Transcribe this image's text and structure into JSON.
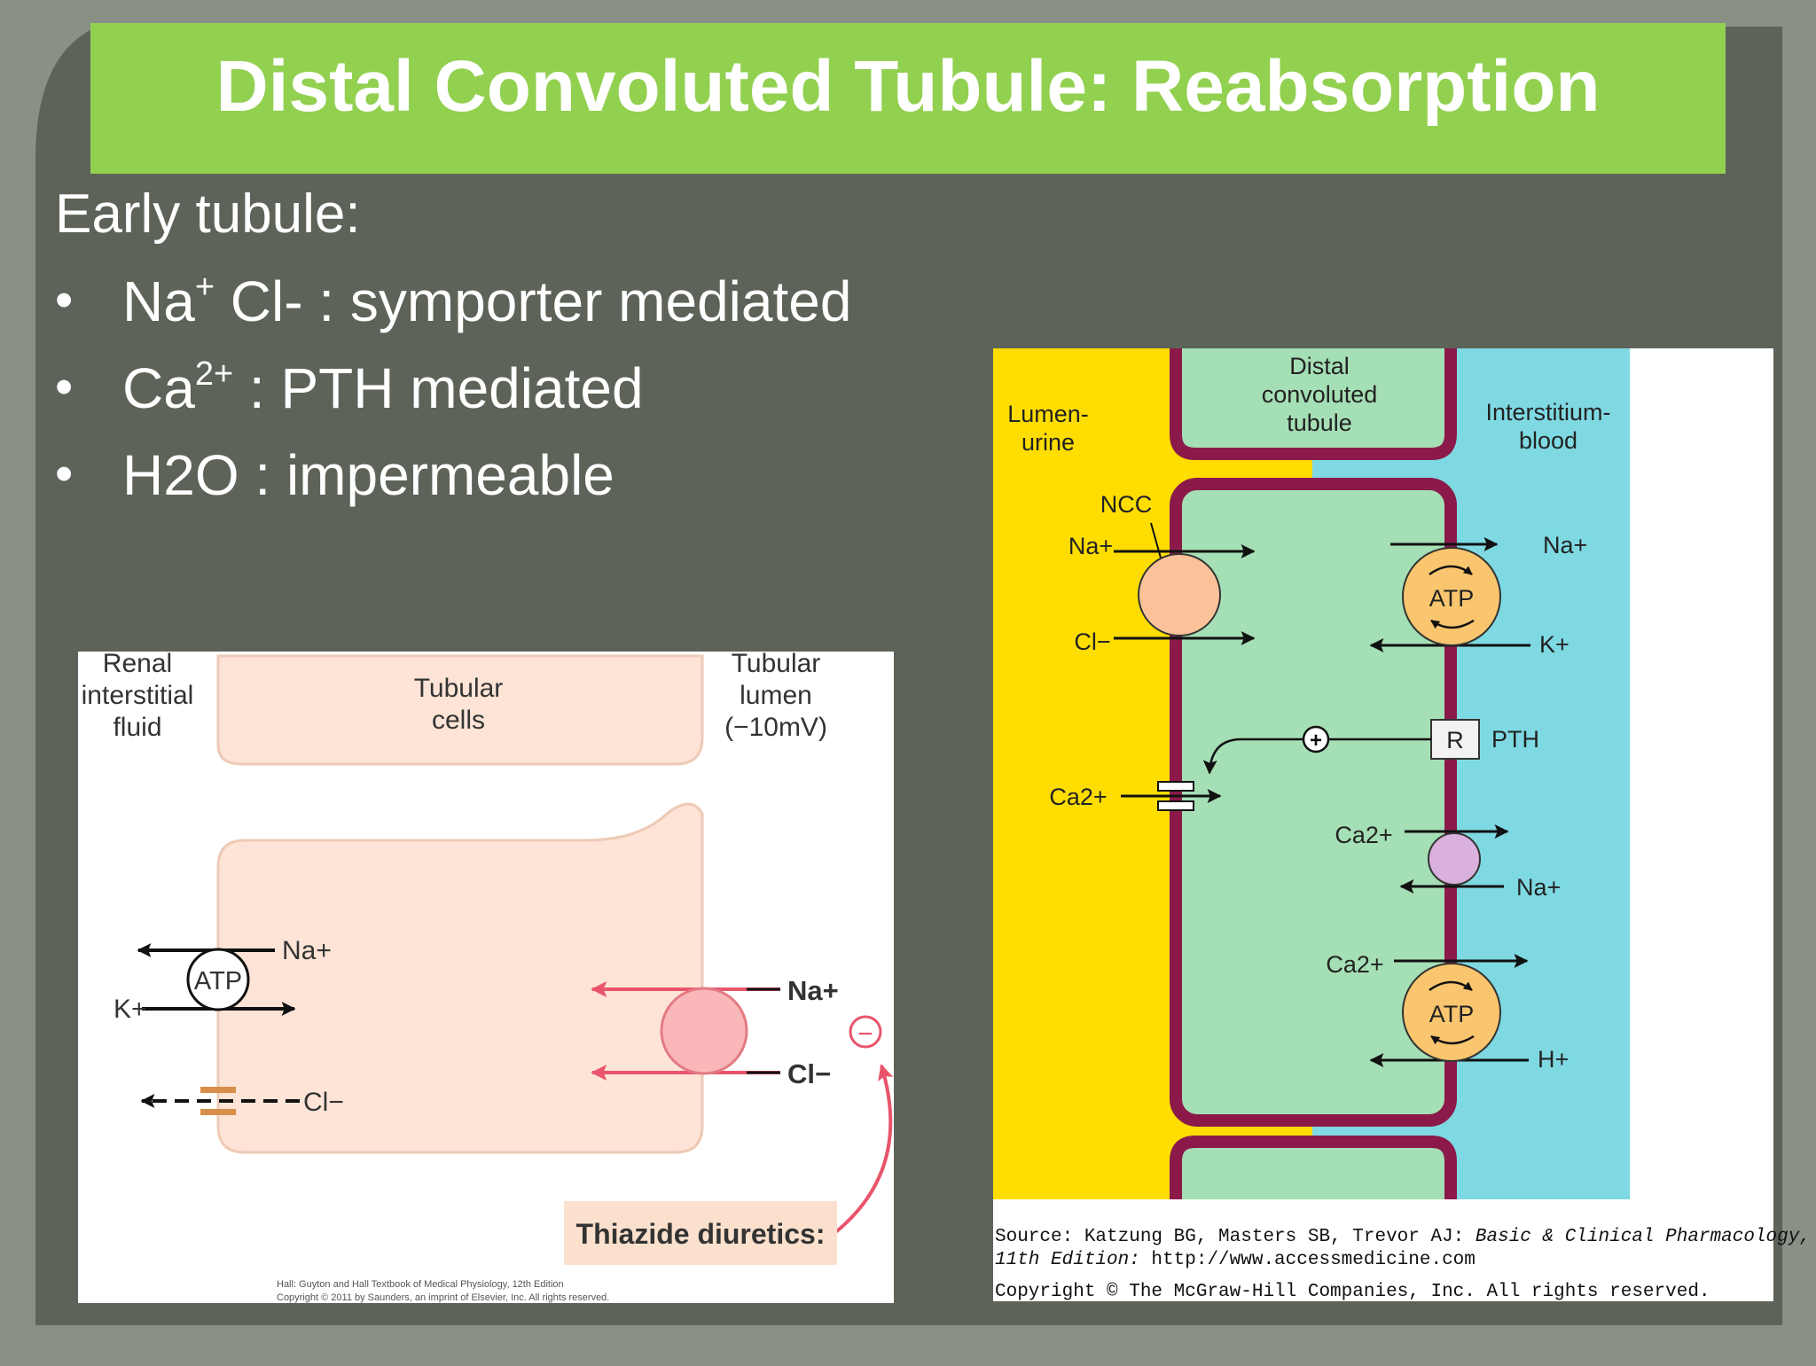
{
  "slide": {
    "title": "Distal Convoluted Tubule: Reabsorption",
    "heading": "Early tubule:",
    "bullets": [
      {
        "marker": "•",
        "ion": "Na",
        "sup": "+",
        "text": " Cl- : symporter mediated"
      },
      {
        "marker": "•",
        "ion": "Ca",
        "sup": "2+",
        "text": " : PTH mediated"
      },
      {
        "marker": "•",
        "ion": "H2O",
        "sup": "",
        "text": " : impermeable"
      }
    ]
  },
  "left_figure": {
    "labels": {
      "renal": [
        "Renal",
        "interstitial",
        "fluid"
      ],
      "tubular_cells": [
        "Tubular",
        "cells"
      ],
      "tubular_lumen": [
        "Tubular",
        "lumen",
        "(−10mV)"
      ],
      "na_out": "Na+",
      "k_in": "K+",
      "atp": "ATP",
      "cl_out": "Cl−",
      "na_in": "Na+",
      "cl_in": "Cl−",
      "minus": "−",
      "thiazide": "Thiazide diuretics:"
    },
    "credit": [
      "Hall: Guyton and Hall Textbook of Medical Physiology, 12th Edition",
      "Copyright © 2011 by Saunders, an imprint of Elsevier, Inc. All rights reserved."
    ]
  },
  "right_figure": {
    "labels": {
      "lumen": [
        "Lumen-",
        "urine"
      ],
      "dct": [
        "Distal",
        "convoluted",
        "tubule"
      ],
      "interstitium": [
        "Interstitium-",
        "blood"
      ],
      "ncc": "NCC",
      "na1": "Na+",
      "cl1": "Cl−",
      "atp1": "ATP",
      "na2": "Na+",
      "k1": "K+",
      "plus": "+",
      "r": "R",
      "pth": "PTH",
      "ca_channel": "Ca2+",
      "ca_exchanger": "Ca2+",
      "na_exchanger": "Na+",
      "ca_pump": "Ca2+",
      "atp2": "ATP",
      "h": "H+"
    },
    "source_line1_prefix": "Source: Katzung BG, Masters SB, Trevor AJ: ",
    "source_line1_italic": "Basic & Clinical Pharmacology,",
    "source_line2_italic": "11th Edition:",
    "source_line2_url": " http://www.accessmedicine.com",
    "copyright": "Copyright © The McGraw-Hill Companies, Inc. All rights reserved."
  },
  "colors": {
    "background": "#5d6358",
    "title_bar": "#92d050",
    "lumen_yellow": "#ffdd00",
    "cell_green": "#a5dfb5",
    "interstitium_cyan": "#7fd9e2",
    "membrane": "#8b1a4a",
    "pump_orange": "#f9c56e",
    "symporter_peach": "#fbc29a",
    "exchanger_lilac": "#dab0dc",
    "left_arrow_red": "#e8556b"
  }
}
